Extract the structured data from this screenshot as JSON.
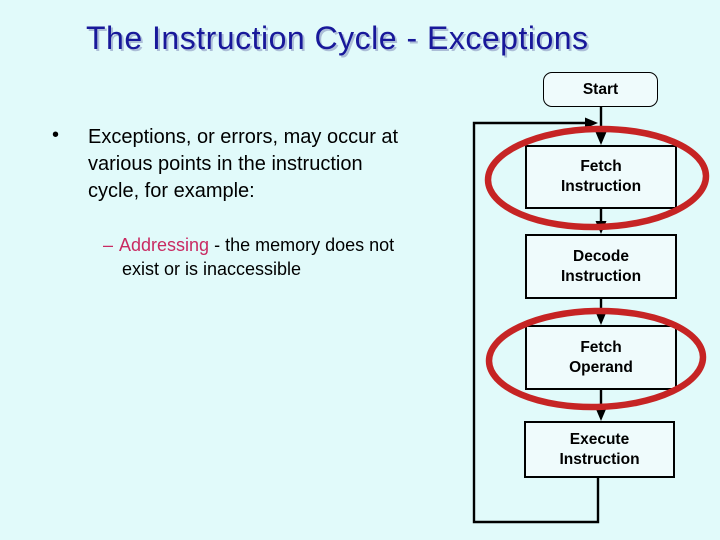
{
  "slide": {
    "title": "The Instruction Cycle - Exceptions",
    "bullet": {
      "marker": "•",
      "line1": "Exceptions, or errors, may occur at",
      "line2": "various points in the instruction",
      "line3": "cycle, for example:"
    },
    "sub_bullet": {
      "dash": "–",
      "keyword": "Addressing",
      "after_keyword": " - the memory does not",
      "line2": "exist or is inaccessible"
    },
    "flowchart": {
      "start_label": "Start",
      "nodes": [
        {
          "line1": "Fetch",
          "line2": "Instruction",
          "circled": "true"
        },
        {
          "line1": "Decode",
          "line2": "Instruction",
          "circled": "false"
        },
        {
          "line1": "Fetch",
          "line2": "Operand",
          "circled": "true"
        },
        {
          "line1": "Execute",
          "line2": "Instruction",
          "circled": "false"
        }
      ]
    },
    "colors": {
      "background": "#E1FAFA",
      "title": "#18189A",
      "text": "#000000",
      "keyword": "#C92A62",
      "ellipse": "#C62424",
      "box_fill": "#EFFBFC",
      "line": "#000000"
    }
  }
}
